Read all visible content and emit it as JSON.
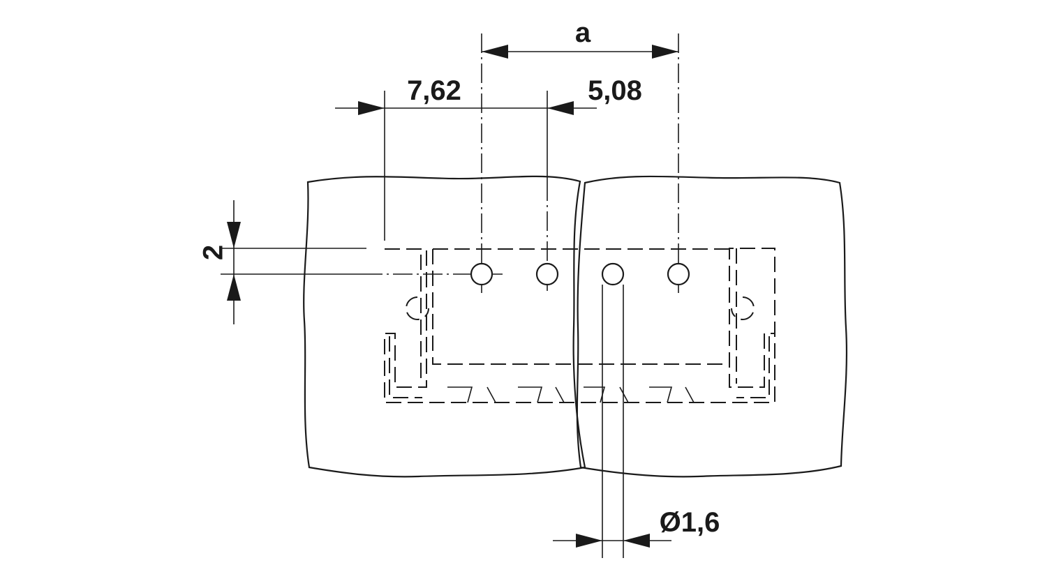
{
  "dimensions": {
    "pitch_label": "a",
    "offset_left_label": "7,62",
    "offset_right_label": "5,08",
    "row_offset_label": "2",
    "hole_diameter_label": "Ø1,6"
  },
  "colors": {
    "line": "#1a1a1a",
    "background": "#ffffff"
  }
}
